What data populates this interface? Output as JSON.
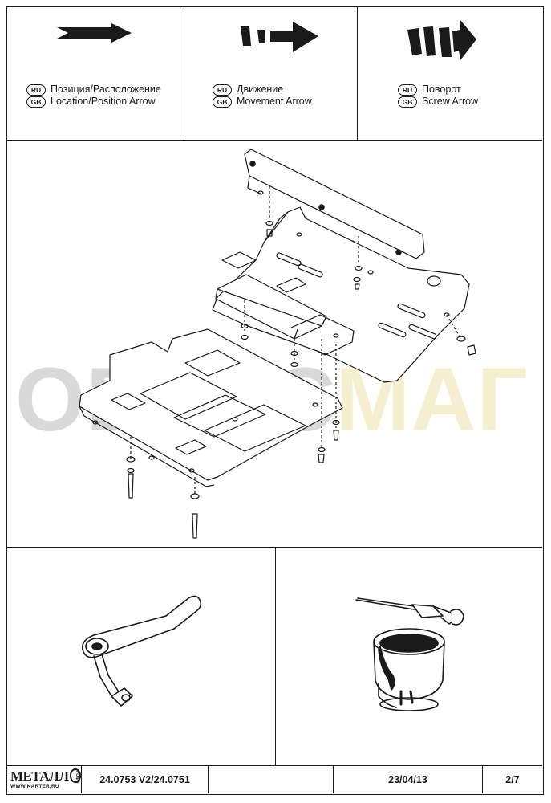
{
  "legend": [
    {
      "ru_badge": "RU",
      "gb_badge": "GB",
      "ru_text": "Позиция/Расположение",
      "gb_text": "Location/Position Arrow",
      "icon": "location-arrow-icon"
    },
    {
      "ru_badge": "RU",
      "gb_badge": "GB",
      "ru_text": "Движение",
      "gb_text": "Movement Arrow",
      "icon": "movement-arrow-icon"
    },
    {
      "ru_badge": "RU",
      "gb_badge": "GB",
      "ru_text": "Поворот",
      "gb_text": "Screw Arrow",
      "icon": "screw-arrow-icon"
    }
  ],
  "watermark": {
    "part1": "ОВЕРС",
    "part2": "МАГ"
  },
  "tools": [
    {
      "icon": "ratchet-wrench-icon"
    },
    {
      "icon": "paint-can-brush-icon"
    }
  ],
  "footer": {
    "logo_text": "МЕТАЛЛ",
    "logo_side_text": "ПРОФИ",
    "logo_url": "WWW.KARTER.RU",
    "article": "24.0753 V2/24.0751",
    "blank": "",
    "date": "23/04/13",
    "page": "2/7"
  }
}
